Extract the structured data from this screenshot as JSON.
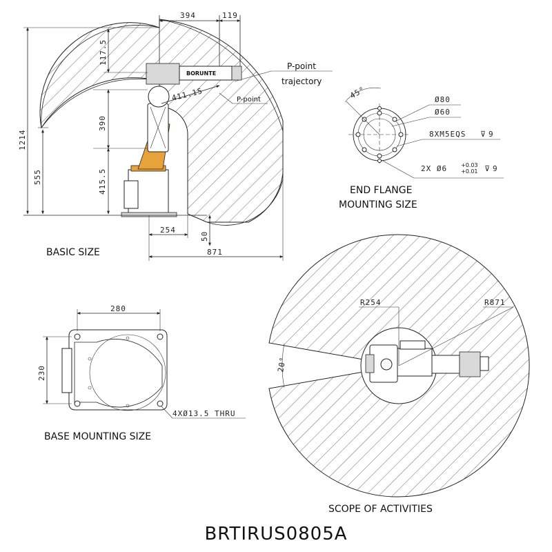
{
  "title": "BRTIRUS0805A",
  "basic_size": {
    "caption": "BASIC SIZE",
    "dims": {
      "top_a": "394",
      "top_b": "119",
      "d117": "117.5",
      "d411": "411.15",
      "d390": "390",
      "d4155": "415.5",
      "d1214": "1214",
      "d555": "555",
      "d254": "254",
      "d50": "50",
      "d871": "871"
    },
    "ppoint_traj_1": "P-point",
    "ppoint_traj_2": "trajectory",
    "ppoint": "P-point",
    "arm_brand": "BORUNTE"
  },
  "end_flange": {
    "caption_1": "END FLANGE",
    "caption_2": "MOUNTING SIZE",
    "angle": "45°",
    "d80": "Ø80",
    "d60": "Ø60",
    "thread": "8XM5EQS",
    "thread_depth": "9",
    "pin_prefix": "2X  Ø6",
    "pin_tol_up": "+0.03",
    "pin_tol_dn": "+0.01",
    "pin_depth": "9"
  },
  "base_mounting": {
    "caption": "BASE MOUNTING SIZE",
    "width": "280",
    "height": "230",
    "holes": "4XØ13.5 THRU"
  },
  "scope": {
    "caption": "SCOPE OF ACTIVITIES",
    "r_inner": "R254",
    "r_outer": "R871",
    "angle": "20°"
  }
}
